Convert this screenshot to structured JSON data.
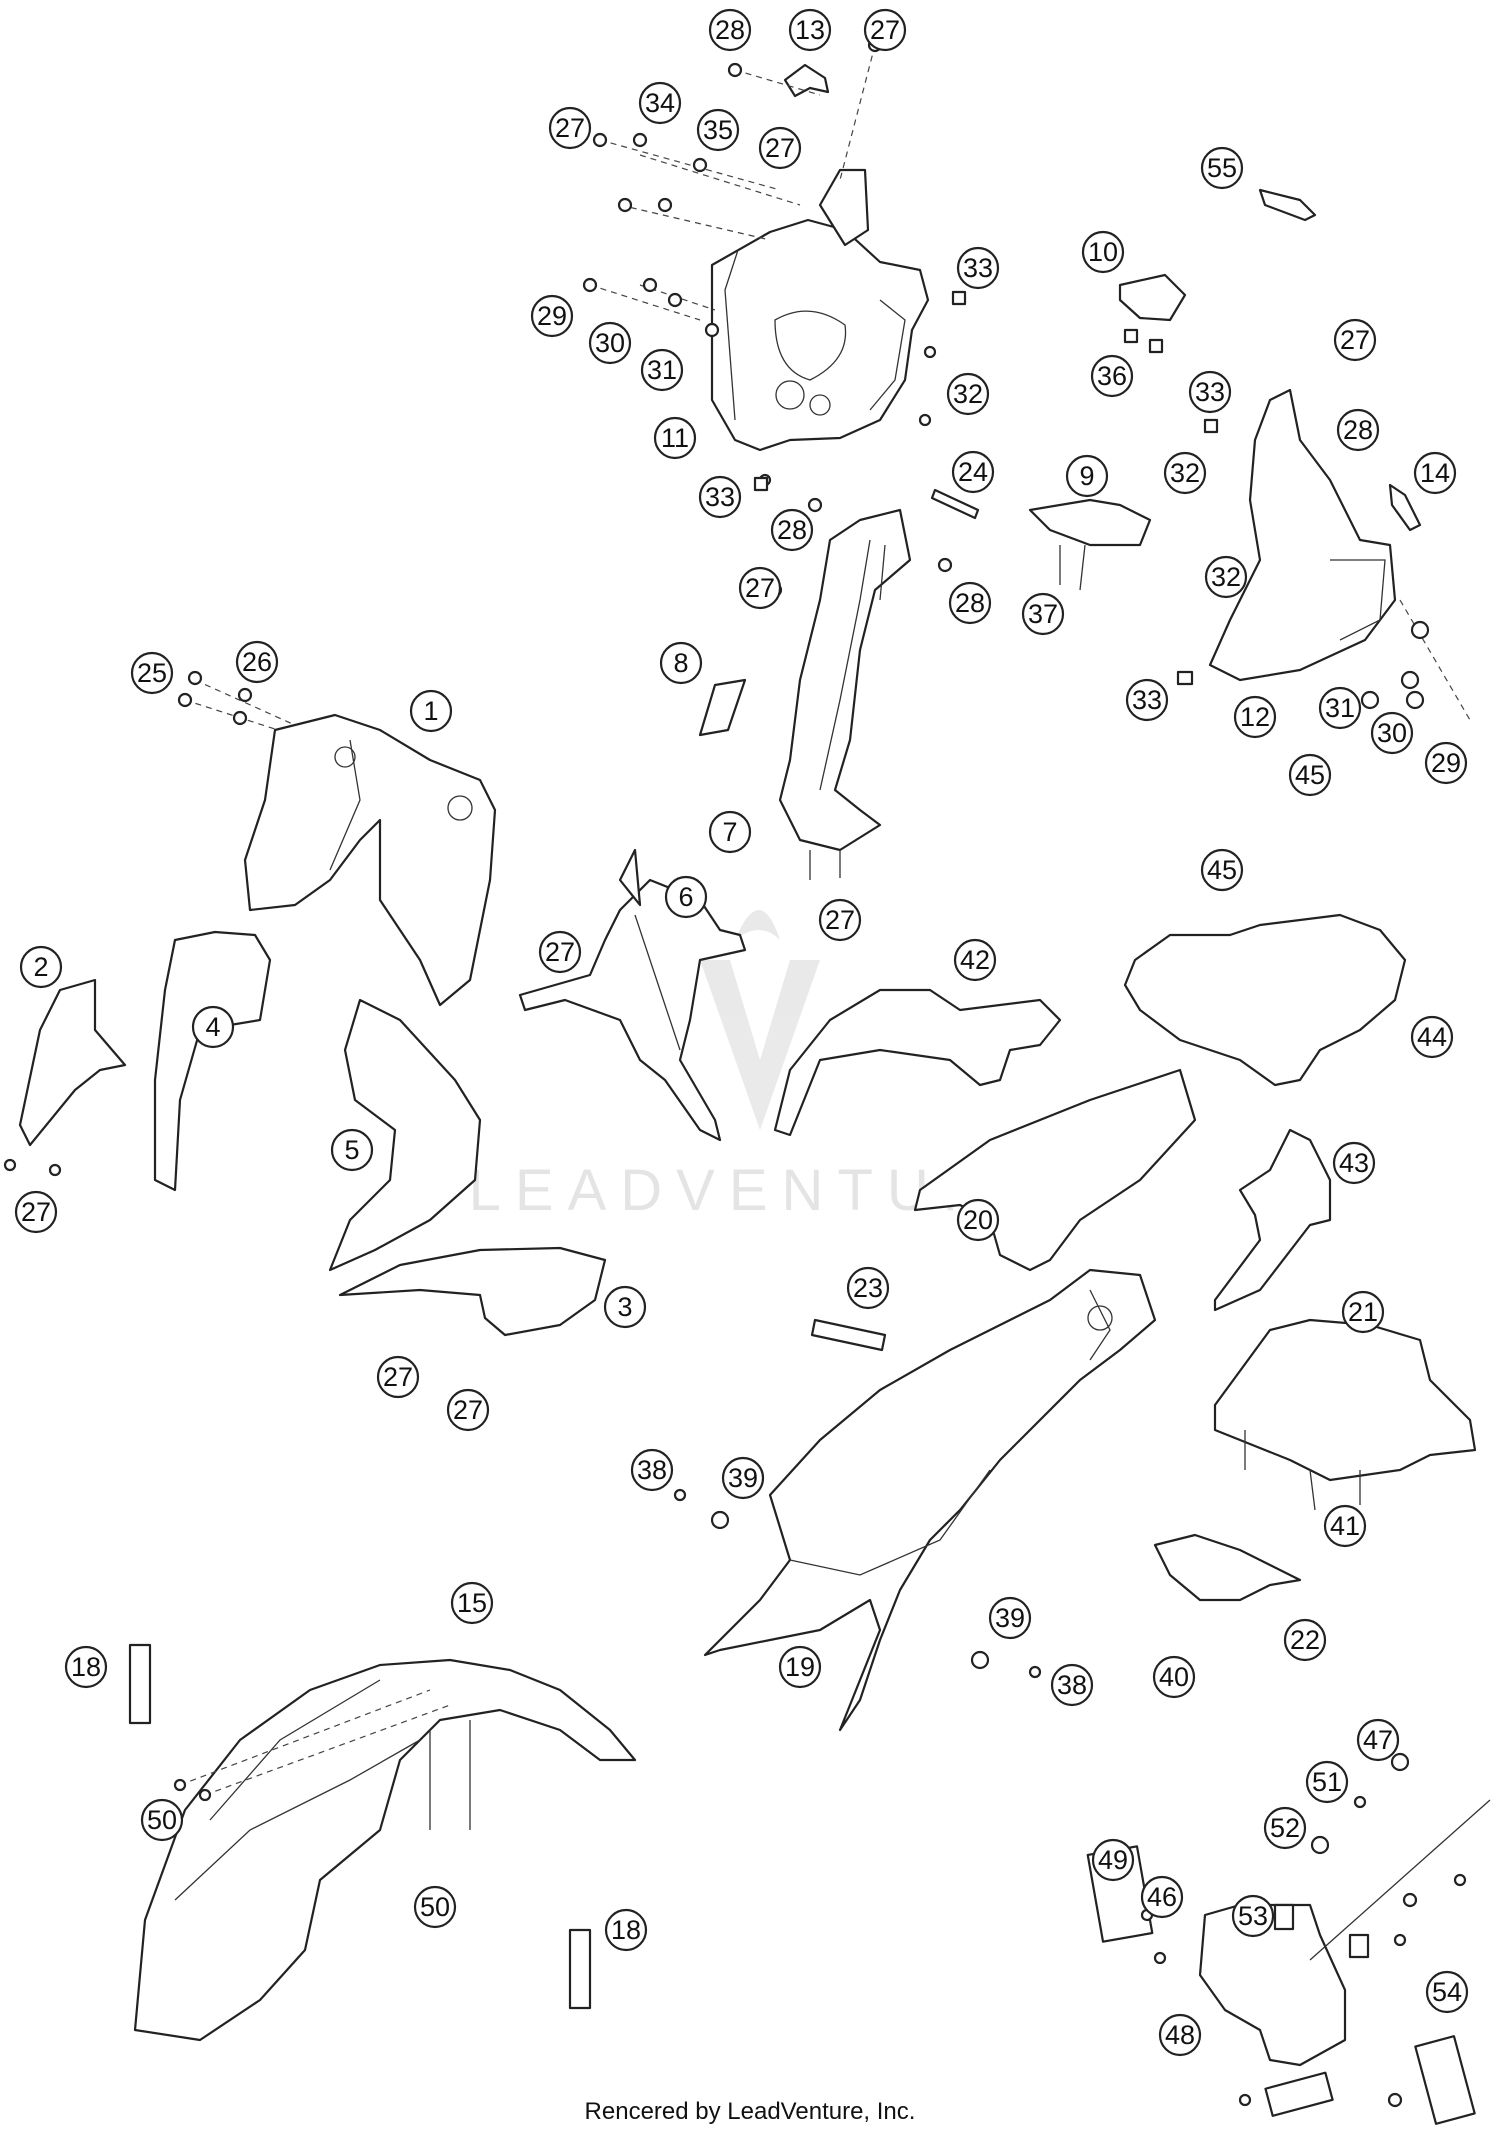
{
  "watermark": {
    "text": "LEADVENTURE"
  },
  "footer": {
    "credit": "Rencered by LeadVenture, Inc."
  },
  "callouts": [
    {
      "id": "c28a",
      "label": "28"
    },
    {
      "id": "c13",
      "label": "13"
    },
    {
      "id": "c27a",
      "label": "27"
    },
    {
      "id": "c34",
      "label": "34"
    },
    {
      "id": "c27b",
      "label": "27"
    },
    {
      "id": "c35",
      "label": "35"
    },
    {
      "id": "c27c",
      "label": "27"
    },
    {
      "id": "c55",
      "label": "55"
    },
    {
      "id": "c10",
      "label": "10"
    },
    {
      "id": "c33a",
      "label": "33"
    },
    {
      "id": "c29a",
      "label": "29"
    },
    {
      "id": "c30a",
      "label": "30"
    },
    {
      "id": "c31a",
      "label": "31"
    },
    {
      "id": "c36",
      "label": "36"
    },
    {
      "id": "c27d",
      "label": "27"
    },
    {
      "id": "c32a",
      "label": "32"
    },
    {
      "id": "c33b",
      "label": "33"
    },
    {
      "id": "c11",
      "label": "11"
    },
    {
      "id": "c28b",
      "label": "28"
    },
    {
      "id": "c14",
      "label": "14"
    },
    {
      "id": "c33c",
      "label": "33"
    },
    {
      "id": "c24",
      "label": "24"
    },
    {
      "id": "c9",
      "label": "9"
    },
    {
      "id": "c32b",
      "label": "32"
    },
    {
      "id": "c28c",
      "label": "28"
    },
    {
      "id": "c27e",
      "label": "27"
    },
    {
      "id": "c28d",
      "label": "28"
    },
    {
      "id": "c37",
      "label": "37"
    },
    {
      "id": "c32c",
      "label": "32"
    },
    {
      "id": "c8",
      "label": "8"
    },
    {
      "id": "c25",
      "label": "25"
    },
    {
      "id": "c26",
      "label": "26"
    },
    {
      "id": "c1",
      "label": "1"
    },
    {
      "id": "c33d",
      "label": "33"
    },
    {
      "id": "c12",
      "label": "12"
    },
    {
      "id": "c31b",
      "label": "31"
    },
    {
      "id": "c30b",
      "label": "30"
    },
    {
      "id": "c29b",
      "label": "29"
    },
    {
      "id": "c45a",
      "label": "45"
    },
    {
      "id": "c7",
      "label": "7"
    },
    {
      "id": "c45b",
      "label": "45"
    },
    {
      "id": "c6",
      "label": "6"
    },
    {
      "id": "c27f",
      "label": "27"
    },
    {
      "id": "c2",
      "label": "2"
    },
    {
      "id": "c27g",
      "label": "27"
    },
    {
      "id": "c42",
      "label": "42"
    },
    {
      "id": "c4",
      "label": "4"
    },
    {
      "id": "c44",
      "label": "44"
    },
    {
      "id": "c5",
      "label": "5"
    },
    {
      "id": "c27h",
      "label": "27"
    },
    {
      "id": "c43",
      "label": "43"
    },
    {
      "id": "c20",
      "label": "20"
    },
    {
      "id": "c23",
      "label": "23"
    },
    {
      "id": "c3",
      "label": "3"
    },
    {
      "id": "c21",
      "label": "21"
    },
    {
      "id": "c27i",
      "label": "27"
    },
    {
      "id": "c27j",
      "label": "27"
    },
    {
      "id": "c38a",
      "label": "38"
    },
    {
      "id": "c39a",
      "label": "39"
    },
    {
      "id": "c41",
      "label": "41"
    },
    {
      "id": "c15",
      "label": "15"
    },
    {
      "id": "c39b",
      "label": "39"
    },
    {
      "id": "c22",
      "label": "22"
    },
    {
      "id": "c18a",
      "label": "18"
    },
    {
      "id": "c19",
      "label": "19"
    },
    {
      "id": "c38b",
      "label": "38"
    },
    {
      "id": "c40",
      "label": "40"
    },
    {
      "id": "c47",
      "label": "47"
    },
    {
      "id": "c51",
      "label": "51"
    },
    {
      "id": "c50a",
      "label": "50"
    },
    {
      "id": "c52",
      "label": "52"
    },
    {
      "id": "c49",
      "label": "49"
    },
    {
      "id": "c46",
      "label": "46"
    },
    {
      "id": "c50b",
      "label": "50"
    },
    {
      "id": "c53",
      "label": "53"
    },
    {
      "id": "c18b",
      "label": "18"
    },
    {
      "id": "c54",
      "label": "54"
    },
    {
      "id": "c48",
      "label": "48"
    }
  ]
}
